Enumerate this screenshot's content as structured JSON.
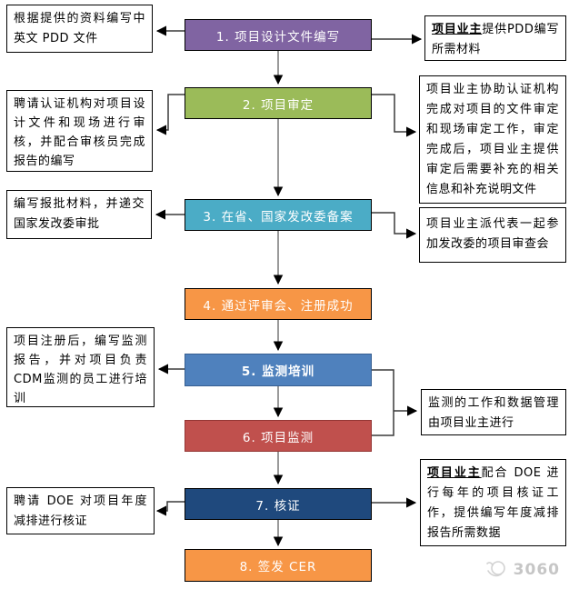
{
  "flow": {
    "steps": [
      {
        "label": "1. 项目设计文件编写",
        "bg": "#8064A2",
        "border": "#000000",
        "bold": false
      },
      {
        "label": "2. 项目审定",
        "bg": "#9BBB59",
        "border": "#000000",
        "bold": false
      },
      {
        "label": "3. 在省、国家发改委备案",
        "bg": "#4BACC6",
        "border": "#000000",
        "bold": false
      },
      {
        "label": "4. 通过评审会、注册成功",
        "bg": "#F79646",
        "border": "#000000",
        "bold": false
      },
      {
        "label": "5. 监测培训",
        "bg": "#4F81BD",
        "border": "#365F91",
        "bold": true
      },
      {
        "label": "6. 项目监测",
        "bg": "#C0504D",
        "border": "#943634",
        "bold": false
      },
      {
        "label": "7. 核证",
        "bg": "#1F497D",
        "border": "#000000",
        "bold": false
      },
      {
        "label": "8. 签发 CER",
        "bg": "#F79646",
        "border": "#000000",
        "bold": false
      }
    ],
    "left_notes": [
      {
        "bold": "",
        "text": "根据提供的资料编写中英文 PDD 文件"
      },
      {
        "bold": "",
        "text": "聘请认证机构对项目设计文件和现场进行审核，并配合审核员完成报告的编写"
      },
      {
        "bold": "",
        "text": "编写报批材料，并递交国家发改委审批"
      },
      {
        "bold": "",
        "text": "项目注册后，编写监测报告，并对项目负责CDM监测的员工进行培训"
      },
      {
        "bold": "",
        "text": "聘请 DOE 对项目年度减排进行核证"
      }
    ],
    "right_notes": [
      {
        "bold": "项目业主",
        "text": "提供PDD编写所需材料"
      },
      {
        "bold": "",
        "text": "项目业主协助认证机构完成对项目的文件审定和现场审定工作，审定完成后，项目业主提供审定后需要补充的相关信息和补充说明文件"
      },
      {
        "bold": "",
        "text": "项目业主派代表一起参加发改委的项目审查会"
      },
      {
        "bold": "",
        "text": "监测的工作和数据管理由项目业主进行"
      },
      {
        "bold": "项目业主",
        "text": "配合 DOE 进行每年的项目核证工作，提供编写年度减排报告所需数据"
      }
    ]
  },
  "watermark": {
    "text": "3060",
    "icon": "hand-globe-icon",
    "color": "#c6c6c6"
  },
  "connector_colors": {
    "line": "#3a3a3a",
    "vertical_line": "#6e6e6e",
    "arrowhead": "#000000"
  }
}
